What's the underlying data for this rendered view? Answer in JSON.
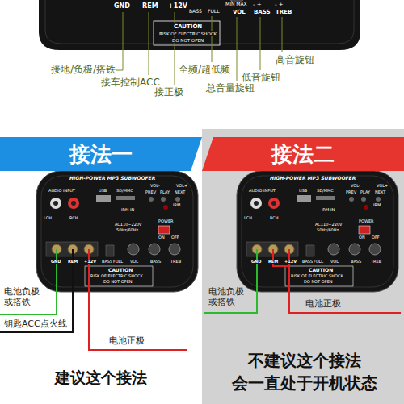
{
  "diagram": {
    "nodes": [
      {
        "text": [
          "接法一"
        ]
      },
      {
        "text": [
          "接法二"
        ]
      }
    ],
    "labels": [
      "GND",
      "REM",
      "+12V",
      "BASS",
      "FULL",
      "MIN MAX",
      "VOL",
      "- +",
      "BASS",
      "- +",
      "TREB",
      "CAUTION",
      "RISK OF ELECTRIC SHOCK",
      "DO NOT OPEN",
      "接地/负极/搭铁",
      "接车控制ACC",
      "接正极",
      "全频/超低频",
      "总音量旋钮",
      "低音旋钮",
      "高音旋钮",
      "HIGH-POWER MP3 SUBWOOFER",
      "AUDIO INPUT",
      "LCH",
      "RCH",
      "USB",
      "SD/MMC",
      "VOL-",
      "VOL+",
      "PREV",
      "PLAY",
      "NEXT",
      "IRM",
      "IRM-IN",
      "AC110~220V",
      "50Hz/60Hz",
      "POWER",
      "ON",
      "OFF",
      "GND",
      "REM",
      "+12V",
      "BASS",
      "FULL",
      "VOL",
      "BASS",
      "TREB",
      "CAUTION",
      "RISK OF ELECTRIC SHOCK",
      "DO NOT OPEN",
      "HIGH-POWER MP3 SUBWOOFER",
      "AUDIO INPUT",
      "LCH",
      "RCH",
      "USB",
      "SD/MMC",
      "VOL-",
      "VOL+",
      "PREV",
      "PLAY",
      "NEXT",
      "IRM",
      "IRM-IN",
      "AC110~220V",
      "50Hz/60Hz",
      "POWER",
      "ON",
      "OFF",
      "GND",
      "REM",
      "+12V",
      "BASS",
      "FULL",
      "VOL",
      "BASS",
      "TREB",
      "CAUTION",
      "RISK OF ELECTRIC SHOCK",
      "DO NOT OPEN",
      "电池负极或搭铁",
      "钥匙ACC点火线",
      "电池正极",
      "建议这个接法",
      "电池负极或搭铁",
      "电池正极",
      "不建议这个接法",
      "会一直处于开机状态"
    ]
  }
}
